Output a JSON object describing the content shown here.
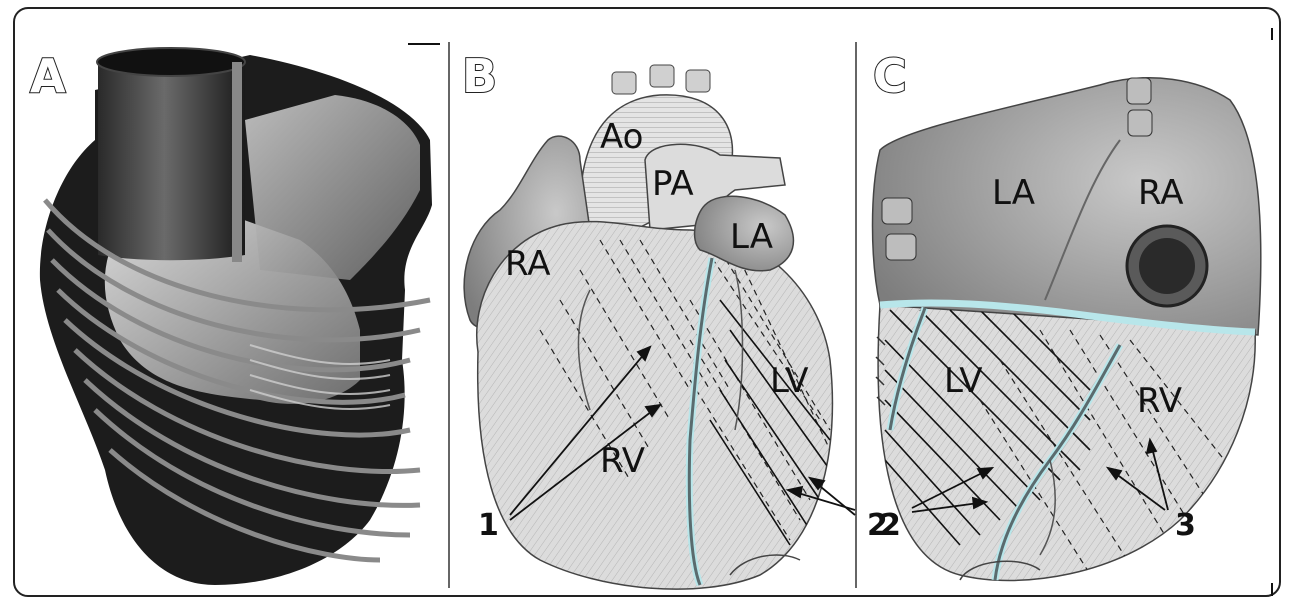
{
  "panels": {
    "a": {
      "letter": "A"
    },
    "b": {
      "letter": "B",
      "labels": {
        "ao": "Ao",
        "pa": "PA",
        "ra": "RA",
        "la": "LA",
        "lv": "LV",
        "rv": "RV"
      },
      "callouts": {
        "one": "1",
        "two": "2"
      }
    },
    "c": {
      "letter": "C",
      "labels": {
        "la": "LA",
        "ra": "RA",
        "lv": "LV",
        "rv": "RV"
      },
      "callouts": {
        "two": "2",
        "three": "3"
      }
    }
  },
  "colors": {
    "frame": "#222222",
    "atria": "#9a9a9a",
    "ventricle": "#d9d9d9",
    "coronary": "#b8e6ea",
    "artery": "#5a6b6e",
    "model_dark": "#1b1b1b"
  }
}
